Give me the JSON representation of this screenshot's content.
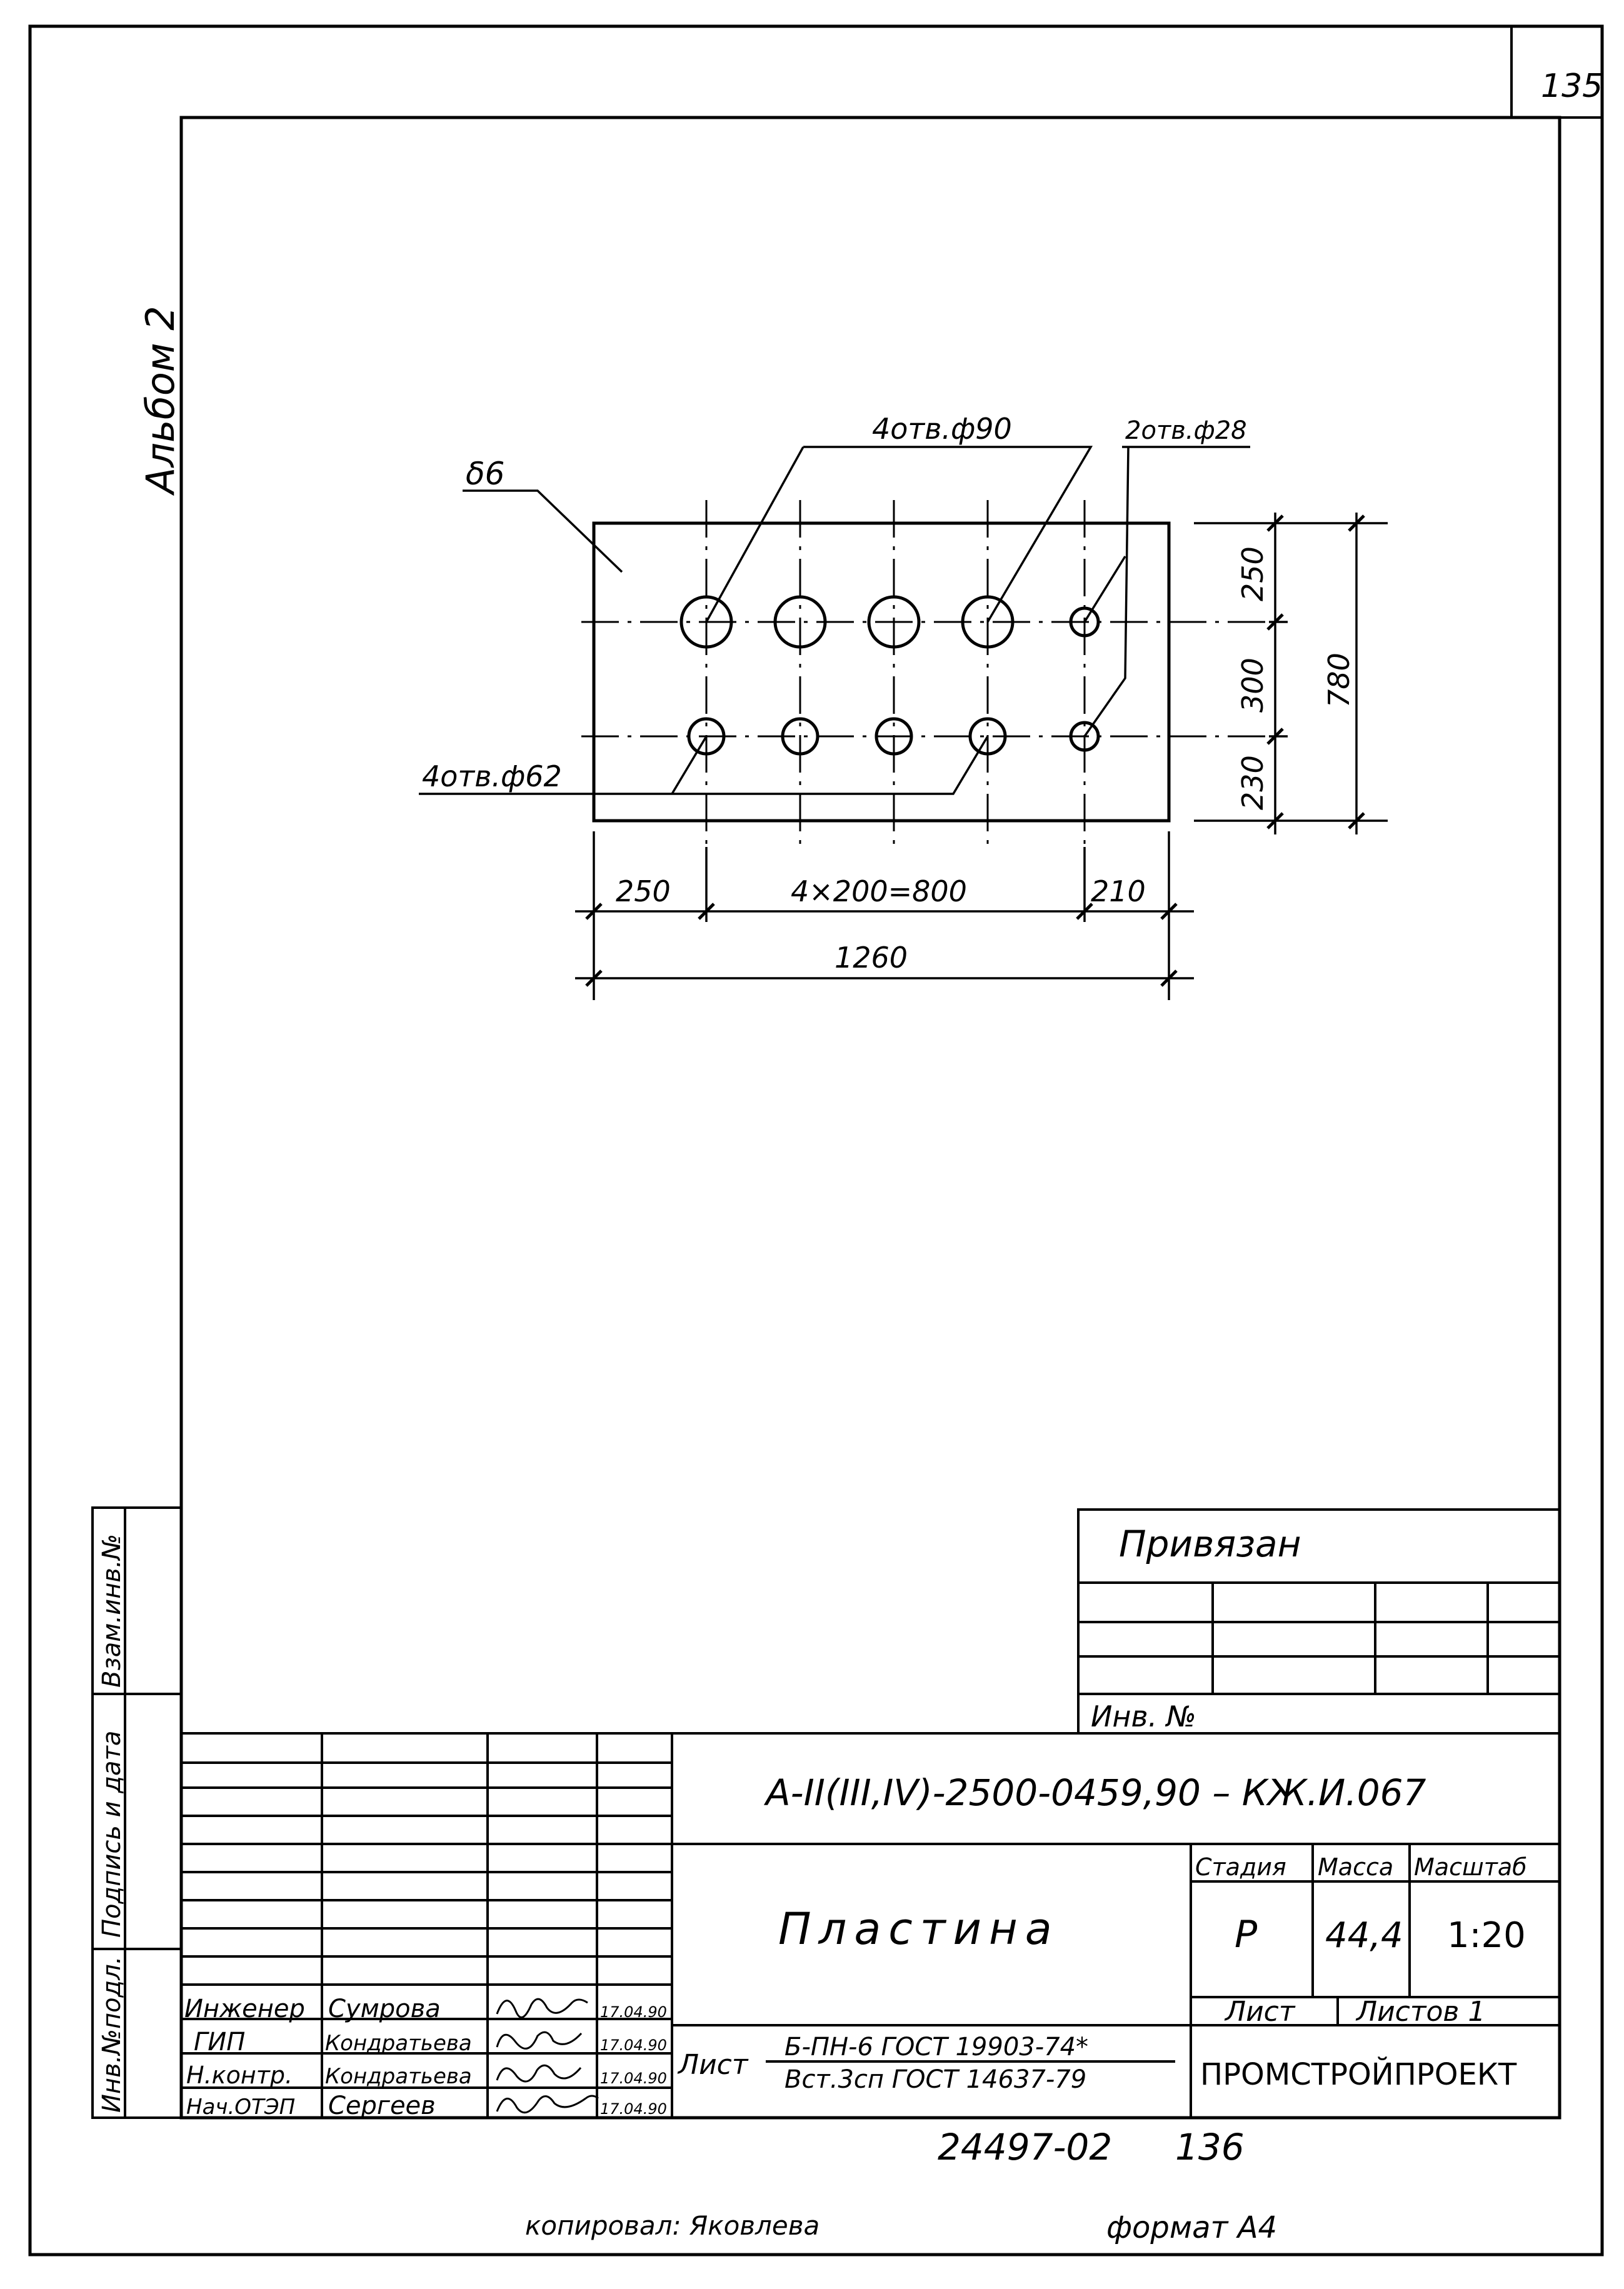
{
  "sheet": {
    "page_number": "135",
    "album": "Альбом 2",
    "copied_by": "копировал: Яковлева",
    "format": "формат А4",
    "archive_number": "24497-02",
    "archive_sheet": "136"
  },
  "drawing": {
    "thickness_label": "δ6",
    "holes_90_label": "4отв.ф90",
    "holes_28_label": "2отв.ф28",
    "holes_62_label": "4отв.ф62",
    "dim_top": "250",
    "dim_middle": "300",
    "dim_bottom": "230",
    "dim_height": "780",
    "dim_left": "250",
    "dim_pitch": "4×200=800",
    "dim_right": "210",
    "dim_width": "1260"
  },
  "privyazan": {
    "title": "Привязан",
    "inv_label": "Инв. №"
  },
  "side_stamp": {
    "vzam": "Взам.инв.№",
    "podpis": "Подпись и дата",
    "inv_podl": "Инв.№подл."
  },
  "title_block": {
    "designation": "А-II(III,IV)-2500-0459,90 – КЖ.И.067",
    "name": "Пластина",
    "stage_header": "Стадия",
    "mass_header": "Масса",
    "scale_header": "Масштаб",
    "stage": "Р",
    "mass": "44,4",
    "scale": "1:20",
    "sheet_label": "Лист",
    "sheets_label": "Листов 1",
    "organization": "ПРОМСТРОЙПРОЕКТ",
    "material_label": "Лист",
    "material_line1": "Б-ПН-6 ГОСТ 19903-74*",
    "material_line2": "Вст.3сп ГОСТ 14637-79"
  },
  "signatures": [
    {
      "role": "Инженер",
      "name": "Сумрова",
      "date": "17.04.90"
    },
    {
      "role": "ГИП",
      "name": "Кондратьева",
      "date": "17.04.90"
    },
    {
      "role": "Н.контр.",
      "name": "Кондратьева",
      "date": "17.04.90"
    },
    {
      "role": "Нач.ОТЭП",
      "name": "Сергеев",
      "date": "17.04.90"
    }
  ]
}
